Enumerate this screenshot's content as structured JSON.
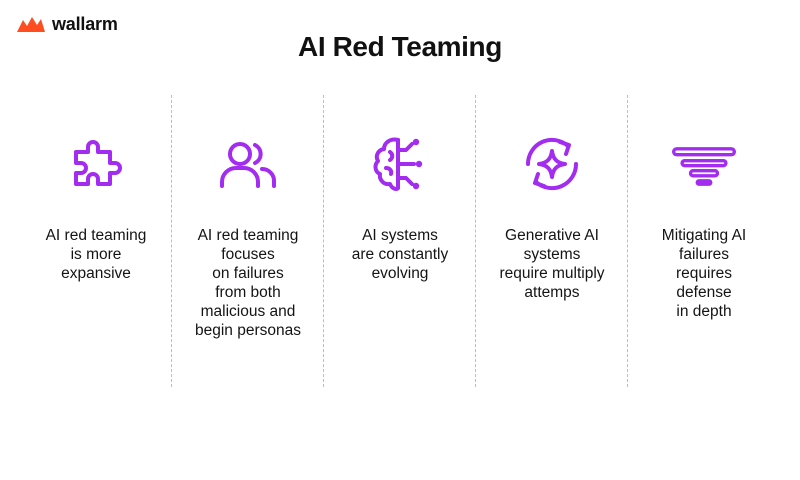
{
  "brand": {
    "name": "wallarm",
    "accent_color": "#ff4d1f",
    "icon_color": "#a22cf0"
  },
  "title": "AI Red Teaming",
  "columns": [
    {
      "icon": "puzzle-icon",
      "text": "AI red teaming\nis more\nexpansive"
    },
    {
      "icon": "users-icon",
      "text": "AI red teaming\nfocuses\non failures\nfrom both\nmalicious and\nbegin personas"
    },
    {
      "icon": "ai-brain-icon",
      "text": "AI systems\nare constantly\nevolving"
    },
    {
      "icon": "refresh-sparkle-icon",
      "text": "Generative AI\nsystems\nrequire multiply\nattemps"
    },
    {
      "icon": "funnel-icon",
      "text": "Mitigating AI\nfailures\nrequires\ndefense\nin depth"
    }
  ]
}
